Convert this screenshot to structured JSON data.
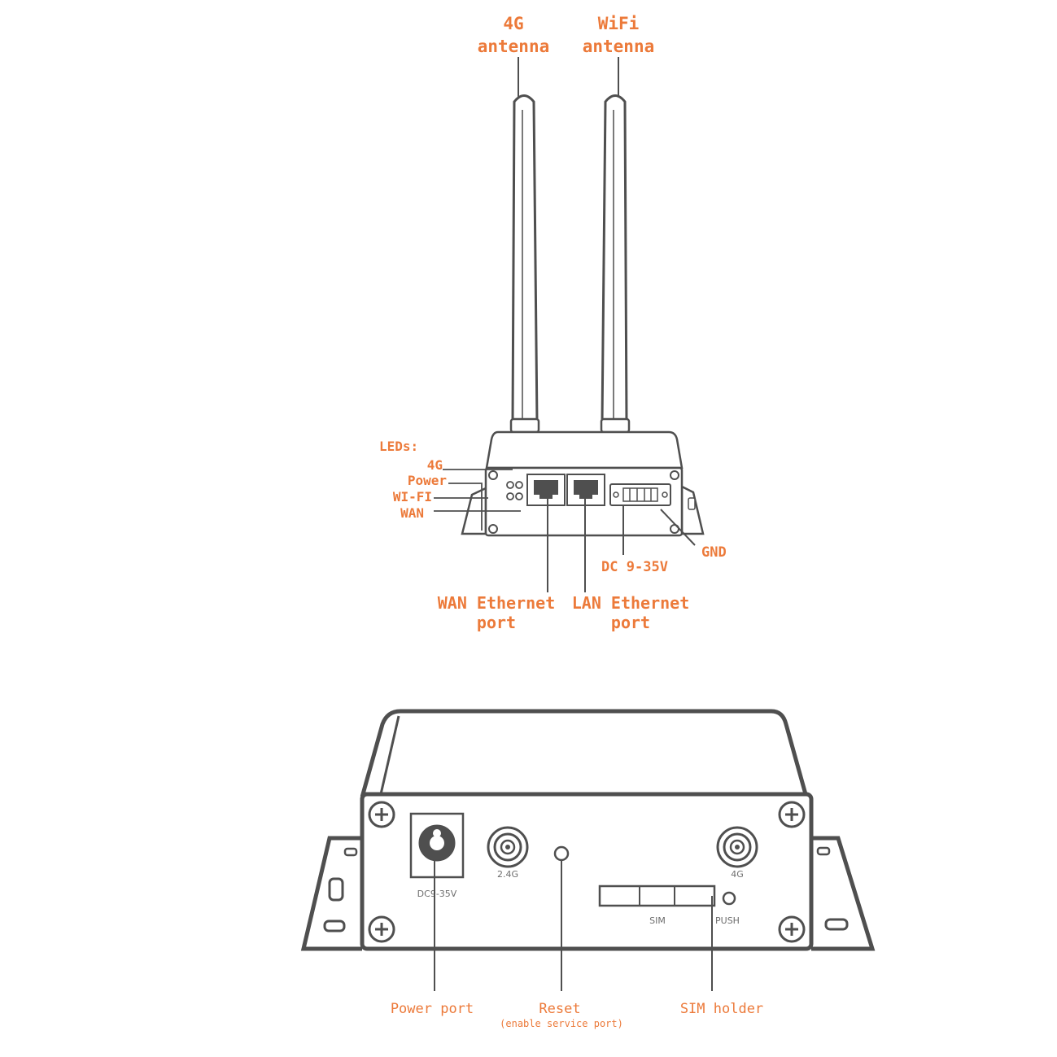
{
  "top_view": {
    "antenna_4g": {
      "line1": "4G",
      "line2": "antenna"
    },
    "antenna_wifi": {
      "line1": "WiFi",
      "line2": "antenna"
    },
    "leds_heading": "LEDs:",
    "led_4g": "4G",
    "led_power": "Power",
    "led_wifi": "WI-FI",
    "led_wan": "WAN",
    "gnd": "GND",
    "dc": "DC 9-35V",
    "wan_port": {
      "line1": "WAN Ethernet",
      "line2": "port"
    },
    "lan_port": {
      "line1": "LAN Ethernet",
      "line2": "port"
    }
  },
  "bottom_view": {
    "dc_marking": "DC9-35V",
    "marking_24g": "2.4G",
    "marking_4g": "4G",
    "sim_marking": "SIM",
    "push_marking": "PUSH",
    "power_port": "Power port",
    "reset": "Reset",
    "reset_note": "(enable service port)",
    "sim_holder": "SIM holder"
  },
  "colors": {
    "label": "#ec7a3a",
    "outline": "#4f4f4f"
  }
}
